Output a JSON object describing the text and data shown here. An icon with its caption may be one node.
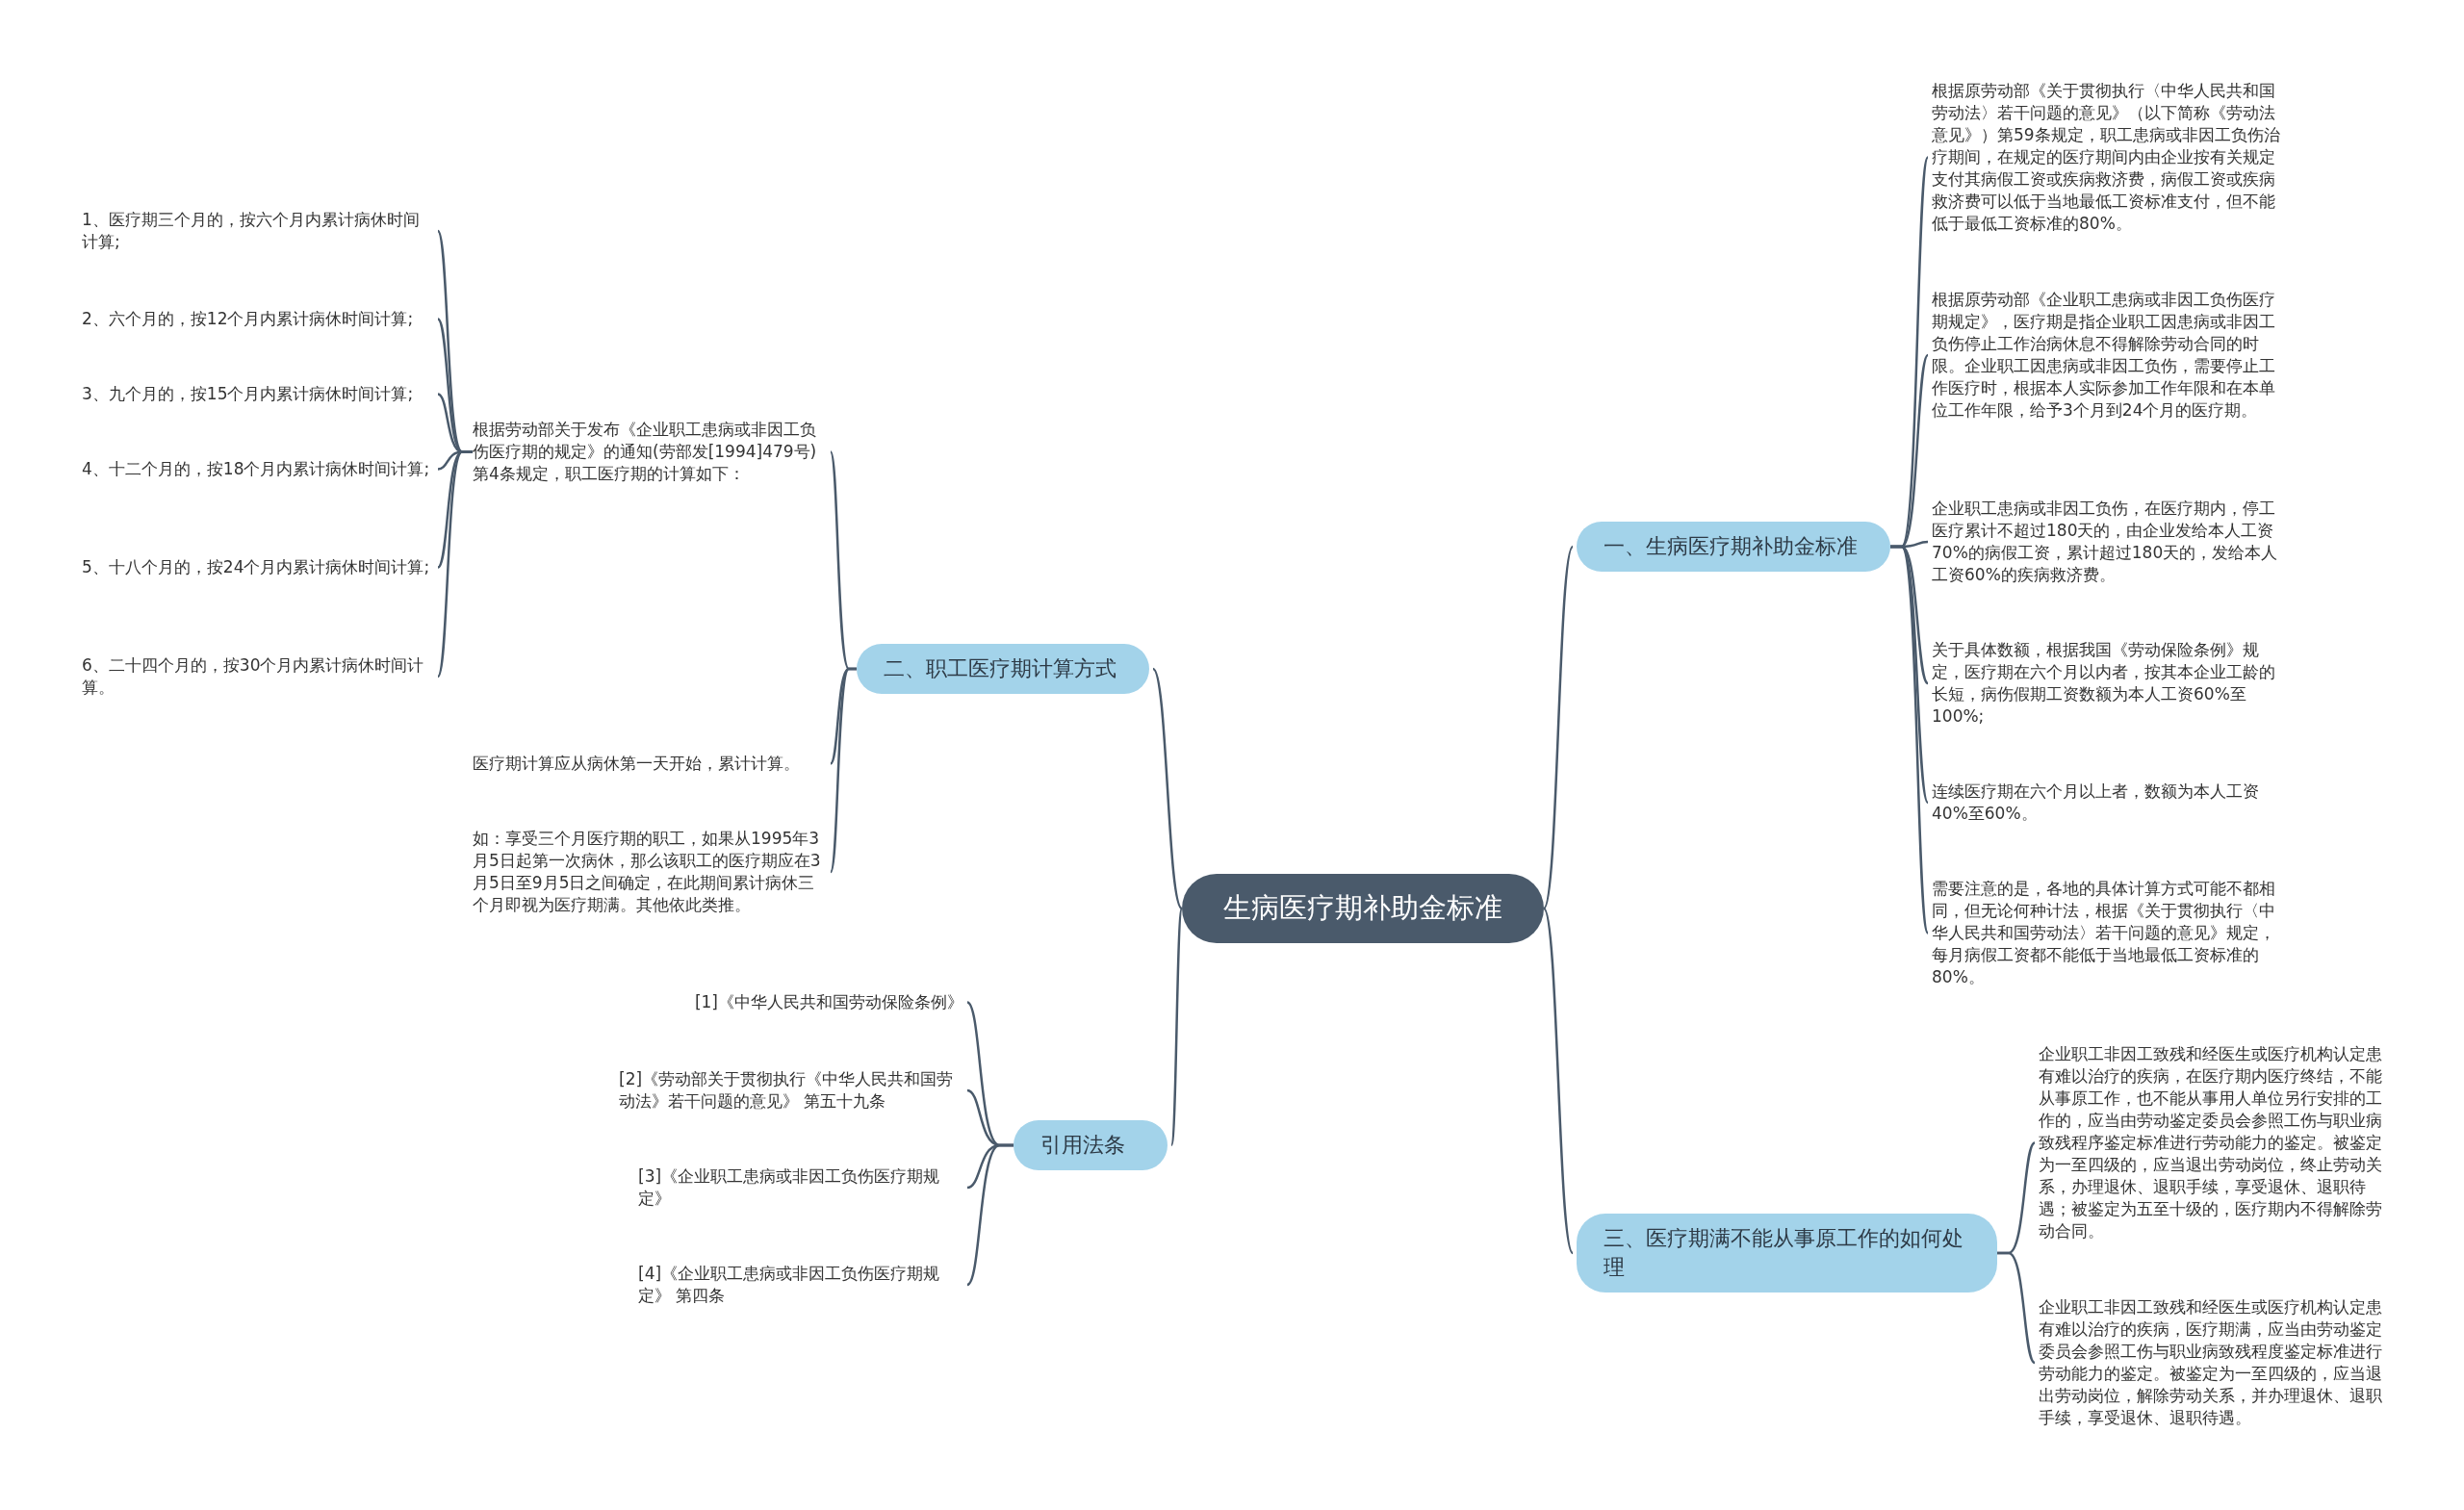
{
  "diagram": {
    "nodes": [
      {
        "text": [
          "生病医疗期补助金标准"
        ]
      },
      {
        "text": [
          "一、生病医疗期补助金标准"
        ]
      },
      {
        "text": [
          "根据原劳动部《关于贯彻执行〈中华人民共和国劳动法〉若干问题的意见》（以下简称《劳动法意见》）第59条规定，职工患病或非因工负伤治疗期间，在规定的医疗期间内由企业按有关规定支付其病假工资或疾病救济费，病假工资或疾病救济费可以低于当地最低工资标准支付，但不能低于最低工资标准的80%。"
        ]
      },
      {
        "text": [
          "根据原劳动部《企业职工患病或非因工负伤医疗期规定》，医疗期是指企业职工因患病或非因工负伤停止工作治病休息不得解除劳动合同的时限。企业职工因患病或非因工负伤，需要停止工作医疗时，根据本人实际参加工作年限和在本单位工作年限，给予3个月到24个月的医疗期。"
        ]
      },
      {
        "text": [
          "企业职工患病或非因工负伤，在医疗期内，停工医疗累计不超过180天的，由企业发给本人工资70%的病假工资，累计超过180天的，发给本人工资60%的疾病救济费。"
        ]
      },
      {
        "text": [
          "关于具体数额，根据我国《劳动保险条例》规定，医疗期在六个月以内者，按其本企业工龄的长短，病伤假期工资数额为本人工资60%至100%;"
        ]
      },
      {
        "text": [
          "连续医疗期在六个月以上者，数额为本人工资40%至60%。"
        ]
      },
      {
        "text": [
          "需要注意的是，各地的具体计算方式可能不都相同，但无论何种计法，根据《关于贯彻执行〈中华人民共和国劳动法〉若干问题的意见》规定，每月病假工资都不能低于当地最低工资标准的80%。"
        ]
      },
      {
        "text": [
          "二、职工医疗期计算方式"
        ]
      },
      {
        "text": [
          "根据劳动部关于发布《企业职工患病或非因工负伤医疗期的规定》的通知(劳部发[1994]479号)第4条规定，职工医疗期的计算如下："
        ]
      },
      {
        "text": [
          "1、医疗期三个月的，按六个月内累计病休时间计算;"
        ]
      },
      {
        "text": [
          "2、六个月的，按12个月内累计病休时间计算;"
        ]
      },
      {
        "text": [
          "3、九个月的，按15个月内累计病休时间计算;"
        ]
      },
      {
        "text": [
          "4、十二个月的，按18个月内累计病休时间计算;"
        ]
      },
      {
        "text": [
          "5、十八个月的，按24个月内累计病休时间计算;"
        ]
      },
      {
        "text": [
          "6、二十四个月的，按30个月内累计病休时间计算。"
        ]
      },
      {
        "text": [
          "医疗期计算应从病休第一天开始，累计计算。"
        ]
      },
      {
        "text": [
          "如：享受三个月医疗期的职工，如果从1995年3月5日起第一次病休，那么该职工的医疗期应在3月5日至9月5日之间确定，在此期间累计病休三个月即视为医疗期满。其他依此类推。"
        ]
      },
      {
        "text": [
          "引用法条"
        ]
      },
      {
        "text": [
          "[1]《中华人民共和国劳动保险条例》"
        ]
      },
      {
        "text": [
          "[2]《劳动部关于贯彻执行《中华人民共和国劳动法》若干问题的意见》 第五十九条"
        ]
      },
      {
        "text": [
          "[3]《企业职工患病或非因工负伤医疗期规定》"
        ]
      },
      {
        "text": [
          "[4]《企业职工患病或非因工负伤医疗期规定》 第四条"
        ]
      },
      {
        "text": [
          "三、医疗期满不能从事原工作的如何处理"
        ]
      },
      {
        "text": [
          "企业职工非因工致残和经医生或医疗机构认定患有难以治疗的疾病，在医疗期内医疗终结，不能从事原工作，也不能从事用人单位另行安排的工作的，应当由劳动鉴定委员会参照工伤与职业病致残程序鉴定标准进行劳动能力的鉴定。被鉴定为一至四级的，应当退出劳动岗位，终止劳动关系，办理退休、退职手续，享受退休、退职待遇；被鉴定为五至十级的，医疗期内不得解除劳动合同。"
        ]
      },
      {
        "text": [
          "企业职工非因工致残和经医生或医疗机构认定患有难以治疗的疾病，医疗期满，应当由劳动鉴定委员会参照工伤与职业病致残程度鉴定标准进行劳动能力的鉴定。被鉴定为一至四级的，应当退出劳动岗位，解除劳动关系，并办理退休、退职手续，享受退休、退职待遇。"
        ]
      }
    ],
    "edges": [
      {
        "from": 0,
        "to": 1,
        "arrow": "none"
      },
      {
        "from": 1,
        "to": 2,
        "arrow": "none"
      },
      {
        "from": 1,
        "to": 3,
        "arrow": "none"
      },
      {
        "from": 1,
        "to": 4,
        "arrow": "none"
      },
      {
        "from": 1,
        "to": 5,
        "arrow": "none"
      },
      {
        "from": 1,
        "to": 6,
        "arrow": "none"
      },
      {
        "from": 1,
        "to": 7,
        "arrow": "none"
      },
      {
        "from": 0,
        "to": 8,
        "arrow": "none"
      },
      {
        "from": 8,
        "to": 9,
        "arrow": "none"
      },
      {
        "from": 9,
        "to": 10,
        "arrow": "none"
      },
      {
        "from": 9,
        "to": 11,
        "arrow": "none"
      },
      {
        "from": 9,
        "to": 12,
        "arrow": "none"
      },
      {
        "from": 9,
        "to": 13,
        "arrow": "none"
      },
      {
        "from": 9,
        "to": 14,
        "arrow": "none"
      },
      {
        "from": 9,
        "to": 15,
        "arrow": "none"
      },
      {
        "from": 8,
        "to": 16,
        "arrow": "none"
      },
      {
        "from": 8,
        "to": 17,
        "arrow": "none"
      },
      {
        "from": 0,
        "to": 18,
        "arrow": "none"
      },
      {
        "from": 18,
        "to": 19,
        "arrow": "none"
      },
      {
        "from": 18,
        "to": 20,
        "arrow": "none"
      },
      {
        "from": 18,
        "to": 21,
        "arrow": "none"
      },
      {
        "from": 18,
        "to": 22,
        "arrow": "none"
      },
      {
        "from": 0,
        "to": 23,
        "arrow": "none"
      },
      {
        "from": 23,
        "to": 24,
        "arrow": "none"
      },
      {
        "from": 23,
        "to": 25,
        "arrow": "none"
      }
    ]
  }
}
